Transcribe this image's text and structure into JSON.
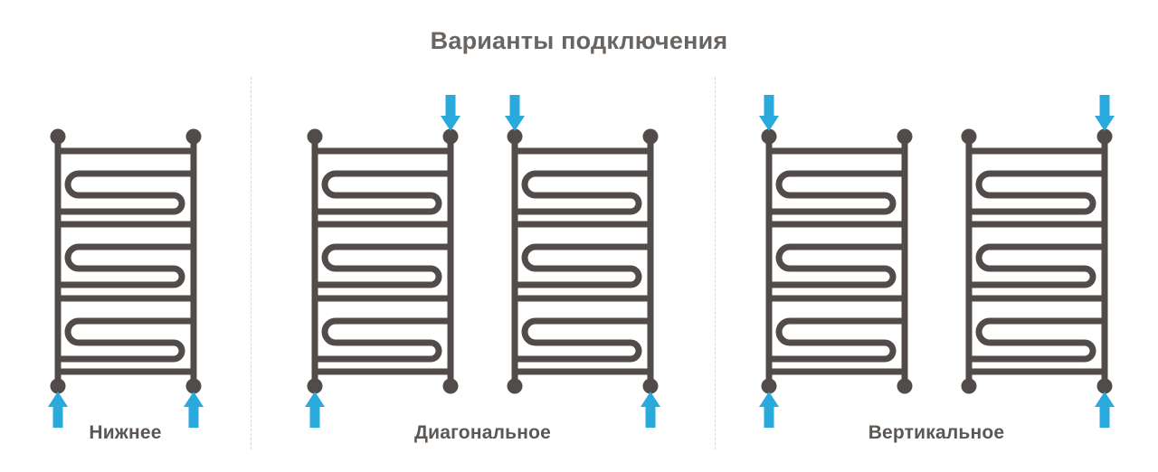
{
  "title": "Варианты подключения",
  "colors": {
    "pipe": "#514C4A",
    "arrow": "#29A9DC",
    "title_text": "#6A6561",
    "label_text": "#5C5753",
    "divider": "#D7D7D7",
    "background": "#FFFFFF"
  },
  "groups": [
    {
      "id": "bottom",
      "label": "Нижнее",
      "radiators": [
        {
          "name": "radiator-bottom-connection",
          "arrows": {
            "top_left": false,
            "top_right": false,
            "bottom_left": true,
            "bottom_right": true
          }
        }
      ]
    },
    {
      "id": "diagonal",
      "label": "Диагональное",
      "radiators": [
        {
          "name": "radiator-diagonal-top-right-bottom-left",
          "arrows": {
            "top_left": false,
            "top_right": true,
            "bottom_left": true,
            "bottom_right": false
          }
        },
        {
          "name": "radiator-diagonal-top-left-bottom-right",
          "arrows": {
            "top_left": true,
            "top_right": false,
            "bottom_left": false,
            "bottom_right": true
          }
        }
      ]
    },
    {
      "id": "vertical",
      "label": "Вертикальное",
      "radiators": [
        {
          "name": "radiator-vertical-left-side",
          "arrows": {
            "top_left": true,
            "top_right": false,
            "bottom_left": true,
            "bottom_right": false
          }
        },
        {
          "name": "radiator-vertical-right-side",
          "arrows": {
            "top_left": false,
            "top_right": true,
            "bottom_left": false,
            "bottom_right": true
          }
        }
      ]
    }
  ]
}
